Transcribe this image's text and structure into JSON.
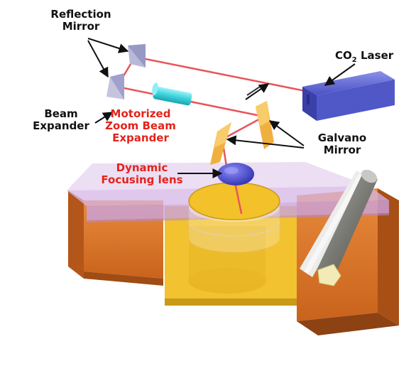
{
  "labels": {
    "reflection_mirror": [
      "Reflection",
      "Mirror"
    ],
    "co2_laser": {
      "prefix": "CO",
      "subscript": "2",
      "suffix": " Laser"
    },
    "beam_expander": [
      "Beam",
      "Expander"
    ],
    "motorized_zoom": [
      "Motorized",
      "Zoom Beam",
      "Expander"
    ],
    "galvano_mirror": [
      "Galvano",
      "Mirror"
    ],
    "dynamic_focusing": [
      "Dynamic",
      "Focusing lens"
    ]
  },
  "colors": {
    "red_label": "#e3231b",
    "black_label": "#111111",
    "laser_beam": "#e8555a",
    "laser_body": "#5058c8",
    "table_overlay": "#d6b6e6",
    "build_piston": "#f2c230",
    "side_block": "#e07b2c",
    "roller": "#8a8a86",
    "galvano": "#f0b040",
    "expander_tube": "#48d8e0",
    "focus_lens": "#5050d8",
    "mirror": "#b8b8d8"
  }
}
